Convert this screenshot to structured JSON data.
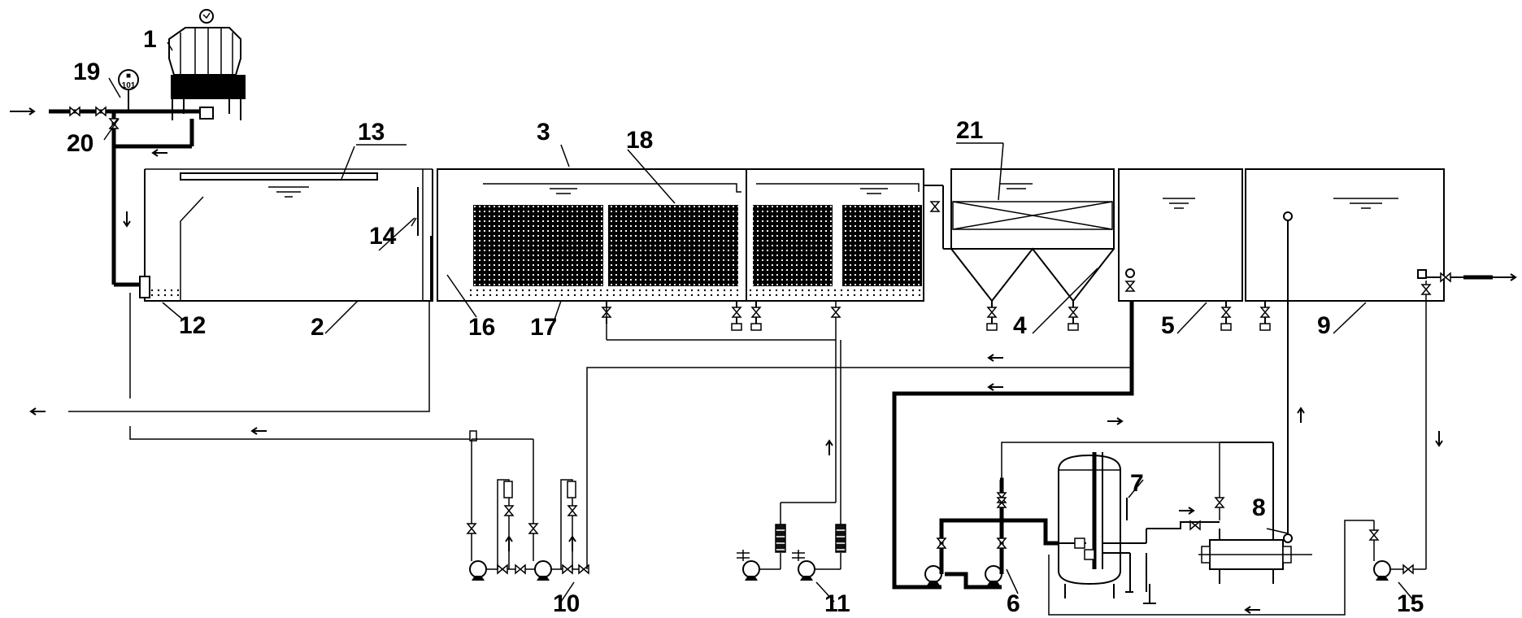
{
  "labels": [
    {
      "id": "1",
      "text": "1"
    },
    {
      "id": "2",
      "text": "2"
    },
    {
      "id": "3",
      "text": "3"
    },
    {
      "id": "4",
      "text": "4"
    },
    {
      "id": "5",
      "text": "5"
    },
    {
      "id": "6",
      "text": "6"
    },
    {
      "id": "7",
      "text": "7"
    },
    {
      "id": "8",
      "text": "8"
    },
    {
      "id": "9",
      "text": "9"
    },
    {
      "id": "10",
      "text": "10"
    },
    {
      "id": "11",
      "text": "11"
    },
    {
      "id": "12",
      "text": "12"
    },
    {
      "id": "13",
      "text": "13"
    },
    {
      "id": "14",
      "text": "14"
    },
    {
      "id": "15",
      "text": "15"
    },
    {
      "id": "16",
      "text": "16"
    },
    {
      "id": "17",
      "text": "17"
    },
    {
      "id": "18",
      "text": "18"
    },
    {
      "id": "19",
      "text": "19"
    },
    {
      "id": "20",
      "text": "20"
    },
    {
      "id": "21",
      "text": "21"
    }
  ],
  "gauge_text": "101",
  "colors": {
    "line": "#000000",
    "background": "#ffffff"
  }
}
